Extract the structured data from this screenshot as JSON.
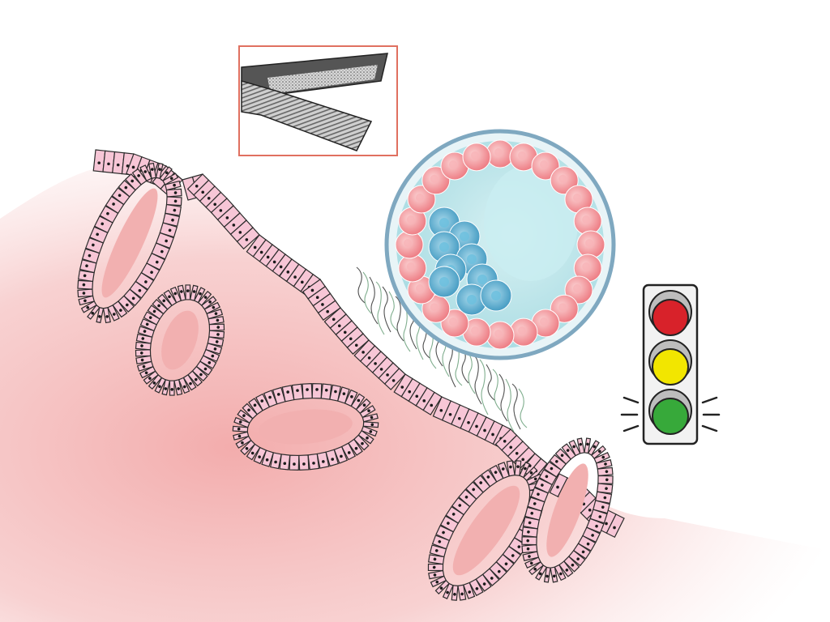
{
  "figure": {
    "background_color": "#ffffff",
    "tissue": {
      "stroma_color": "#f6c9c9",
      "stroma_deep_color": "#ee9f9f",
      "cell_fill": "#f7c6d6",
      "cell_outline": "#2b2b2b",
      "nucleus_color": "#1a1a1a",
      "gland_lumen_color": "#f2b0b0",
      "gland_count": 5
    },
    "inset_box": {
      "border_color": "#e07060",
      "strip_dark": "#555555",
      "strip_light": "#cfcfcf",
      "icon": "velcro-strips-icon"
    },
    "embryo": {
      "shell_color": "#7fa8c0",
      "fluid_color": "#bfe6ea",
      "trophoblast_color": "#f08d93",
      "inner_cell_mass_color": "#4aa6c8",
      "trophoblast_cell_count": 24,
      "inner_cell_count": 9,
      "filament_color": "#6aa07a"
    },
    "traffic_light": {
      "icon": "traffic-light-icon",
      "housing_color": "#f2f2f2",
      "lamps": [
        {
          "name": "red",
          "color": "#d8222a",
          "active": false
        },
        {
          "name": "yellow",
          "color": "#f2e600",
          "active": false
        },
        {
          "name": "green",
          "color": "#37a93a",
          "active": true
        }
      ]
    }
  }
}
